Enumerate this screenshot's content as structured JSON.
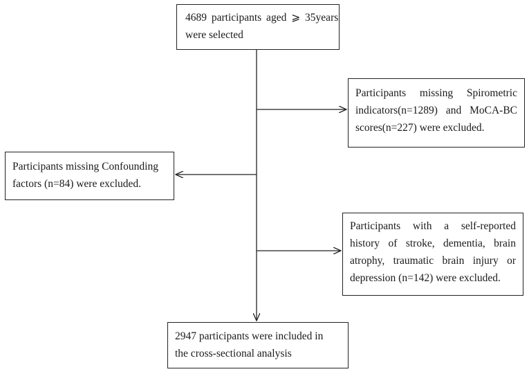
{
  "boxes": {
    "start": {
      "lines": [
        "4689 participants aged ⩾ 35years",
        "were selected"
      ]
    },
    "exclude_spirometric": {
      "lines": [
        "Participants missing Spirometric",
        "indicators(n=1289) and MoCA-BC",
        "scores(n=227) were excluded."
      ]
    },
    "exclude_confounding": {
      "lines": [
        "Participants missing Confounding",
        "factors (n=84) were excluded."
      ]
    },
    "exclude_history": {
      "lines": [
        "Participants with a self-reported",
        "history of stroke, dementia, brain",
        "atrophy, traumatic brain injury or",
        "depression (n=142) were excluded."
      ]
    },
    "final": {
      "lines": [
        "2947 participants were included in",
        "the cross-sectional analysis"
      ]
    }
  },
  "colors": {
    "stroke": "#222222",
    "text": "#1a1a1a",
    "background": "#ffffff"
  }
}
